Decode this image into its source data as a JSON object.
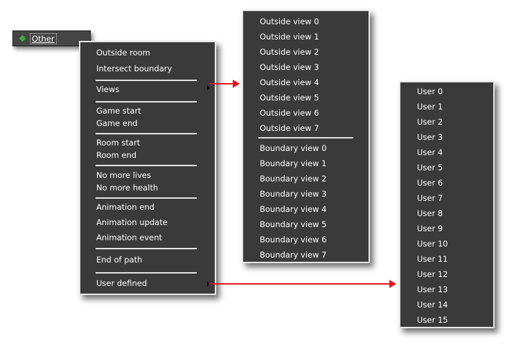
{
  "trigger": {
    "label": "Other",
    "icon": "green-diamond-icon"
  },
  "main_menu": {
    "items": [
      "Outside room",
      "Intersect boundary",
      "Views",
      "Game start",
      "Game end",
      "Room start",
      "Room end",
      "No more lives",
      "No more health",
      "Animation end",
      "Animation update",
      "Animation event",
      "End of path",
      "User defined"
    ]
  },
  "views_menu": {
    "outside": [
      "Outside view 0",
      "Outside view 1",
      "Outside view 2",
      "Outside view 3",
      "Outside view 4",
      "Outside view 5",
      "Outside view 6",
      "Outside view 7"
    ],
    "boundary": [
      "Boundary view 0",
      "Boundary view 1",
      "Boundary view 2",
      "Boundary view 3",
      "Boundary view 4",
      "Boundary view 5",
      "Boundary view 6",
      "Boundary view 7"
    ]
  },
  "user_menu": {
    "items": [
      "User 0",
      "User 1",
      "User 2",
      "User 3",
      "User 4",
      "User 5",
      "User 6",
      "User 7",
      "User 8",
      "User 9",
      "User 10",
      "User 11",
      "User 12",
      "User 13",
      "User 14",
      "User 15"
    ]
  },
  "colors": {
    "menu_bg": "#3a3a3a",
    "menu_border": "#e8e8e8",
    "text": "#ffffff",
    "arrow_red": "#e8151b",
    "diamond_green": "#3fa83f"
  }
}
